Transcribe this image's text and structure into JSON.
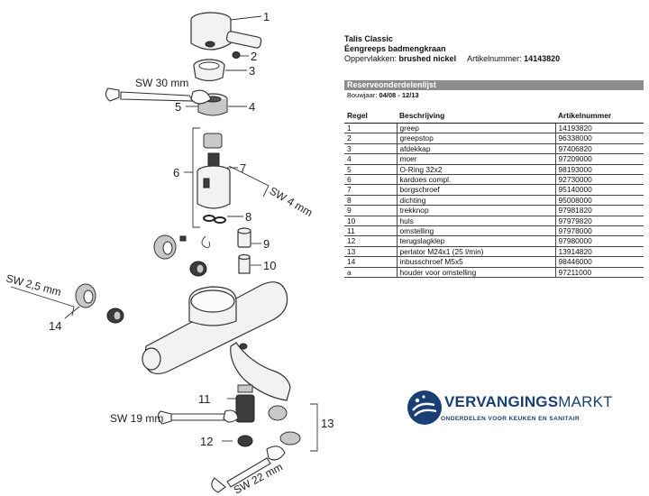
{
  "diagram": {
    "callouts": [
      "1",
      "2",
      "3",
      "4",
      "5",
      "6",
      "7",
      "8",
      "9",
      "10",
      "11",
      "12",
      "13",
      "14"
    ],
    "wrenches": [
      "SW 30 mm",
      "SW 4 mm",
      "SW 2,5 mm",
      "SW 19 mm",
      "SW 22 mm"
    ]
  },
  "info": {
    "product": "Talis Classic",
    "subtitle": "Éengreeps badmengkraan",
    "surface_label": "Oppervlakken:",
    "surface_value": "brushed nickel",
    "article_label": "Artikelnummer:",
    "article_value": "14143820"
  },
  "partslist": {
    "heading": "Reserveonderdelenlijst",
    "bouwjaar_label": "Bouwjaar:",
    "bouwjaar_value": "04/08 - 12/13",
    "columns": [
      "Regel",
      "Beschrijving",
      "Artikelnummer"
    ],
    "rows": [
      [
        "1",
        "greep",
        "14193820"
      ],
      [
        "2",
        "greepstop",
        "96338000"
      ],
      [
        "3",
        "afdekkap",
        "97406820"
      ],
      [
        "4",
        "moer",
        "97209000"
      ],
      [
        "5",
        "O-Ring 32x2",
        "98193000"
      ],
      [
        "6",
        "kardoes compl.",
        "92730000"
      ],
      [
        "7",
        "borgschroef",
        "95140000"
      ],
      [
        "8",
        "dichting",
        "95008000"
      ],
      [
        "9",
        "trekknop",
        "97981820"
      ],
      [
        "10",
        "huls",
        "97979820"
      ],
      [
        "11",
        "omstelling",
        "97978000"
      ],
      [
        "12",
        "terugslagklep",
        "97980000"
      ],
      [
        "13",
        "perlator M24x1 (25 l/min)",
        "13914820"
      ],
      [
        "14",
        "inbusschroef M5x5",
        "98446000"
      ],
      [
        "a",
        "houder voor omstelling",
        "97211000"
      ]
    ]
  },
  "logo": {
    "name_bold": "VERVANGINGS",
    "name_regular": "MARKT",
    "tagline": "ONDERDELEN VOOR KEUKEN EN SANITAIR",
    "color": "#1a3f74"
  }
}
